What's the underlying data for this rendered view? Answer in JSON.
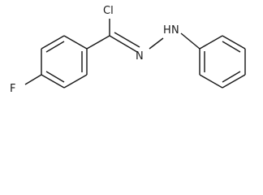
{
  "molecule": {
    "atoms": {
      "F": "F",
      "Cl": "Cl",
      "N1": "N",
      "N2": "N",
      "NH_H": "H"
    }
  }
}
